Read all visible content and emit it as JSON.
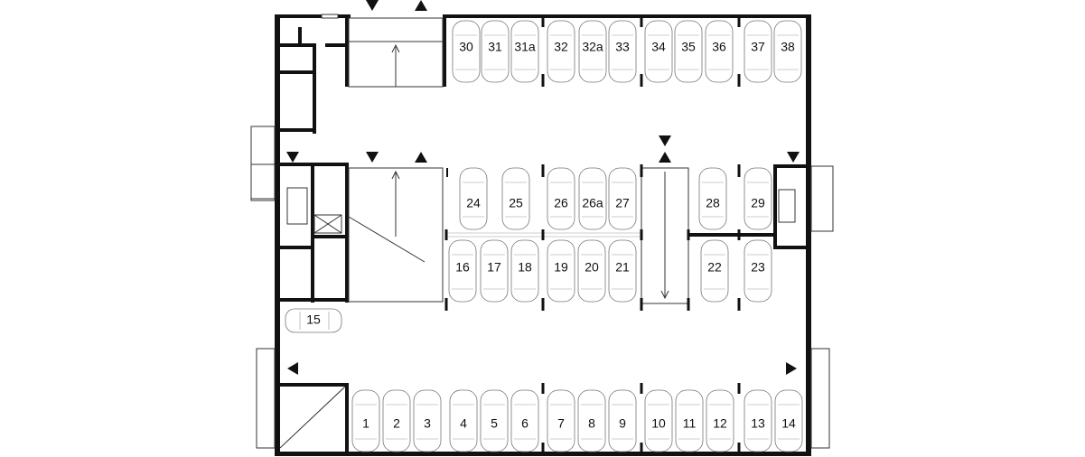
{
  "spots": [
    {
      "label": "30"
    },
    {
      "label": "31"
    },
    {
      "label": "31a"
    },
    {
      "label": "32"
    },
    {
      "label": "32a"
    },
    {
      "label": "33"
    },
    {
      "label": "34"
    },
    {
      "label": "35"
    },
    {
      "label": "36"
    },
    {
      "label": "37"
    },
    {
      "label": "38"
    },
    {
      "label": "24"
    },
    {
      "label": "25"
    },
    {
      "label": "26"
    },
    {
      "label": "26a"
    },
    {
      "label": "27"
    },
    {
      "label": "28"
    },
    {
      "label": "29"
    },
    {
      "label": "16"
    },
    {
      "label": "17"
    },
    {
      "label": "18"
    },
    {
      "label": "19"
    },
    {
      "label": "20"
    },
    {
      "label": "21"
    },
    {
      "label": "22"
    },
    {
      "label": "23"
    },
    {
      "label": "15"
    },
    {
      "label": "1"
    },
    {
      "label": "2"
    },
    {
      "label": "3"
    },
    {
      "label": "4"
    },
    {
      "label": "5"
    },
    {
      "label": "6"
    },
    {
      "label": "7"
    },
    {
      "label": "8"
    },
    {
      "label": "9"
    },
    {
      "label": "10"
    },
    {
      "label": "11"
    },
    {
      "label": "12"
    },
    {
      "label": "13"
    },
    {
      "label": "14"
    }
  ]
}
